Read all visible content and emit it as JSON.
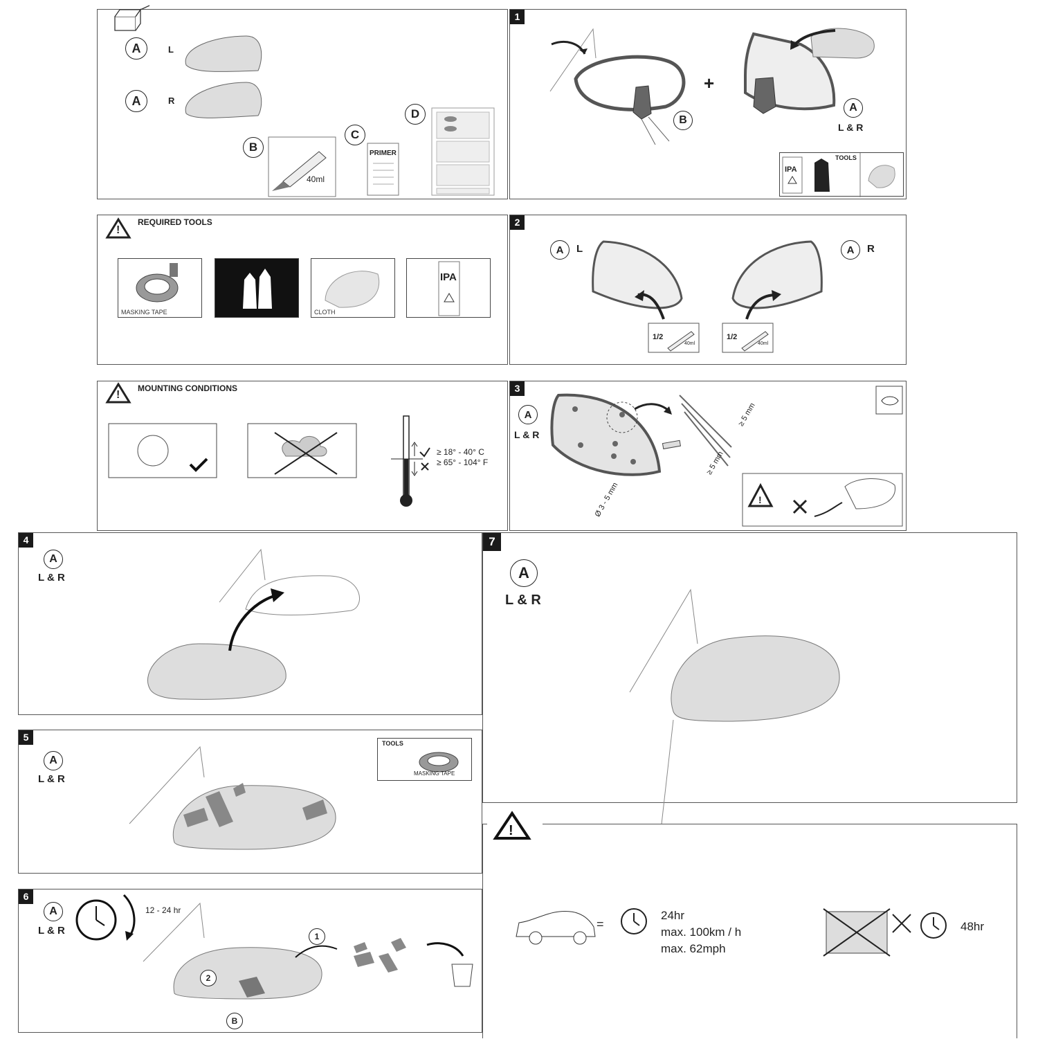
{
  "box": {
    "a": "A",
    "left": "L",
    "right": "R",
    "b": "B",
    "c": "C",
    "d": "D",
    "tube_volume": "40ml",
    "primer": "PRIMER"
  },
  "step1": {
    "num": "1",
    "b": "B",
    "a": "A",
    "lr": "L & R",
    "plus": "+",
    "tools_title": "TOOLS",
    "ipa": "IPA"
  },
  "required_tools": {
    "title": "REQUIRED TOOLS",
    "items": [
      "MASKING TAPE",
      "",
      "CLOTH",
      "IPA"
    ]
  },
  "step2": {
    "num": "2",
    "a": "A",
    "left": "L",
    "right": "R",
    "half": "1/2",
    "tube_volume": "40ml"
  },
  "mounting": {
    "title": "MOUNTING CONDITIONS",
    "temp_c": "≥ 18° - 40° C",
    "temp_f": "≥ 65° - 104° F"
  },
  "step3": {
    "num": "3",
    "a": "A",
    "lr": "L & R",
    "dot_size": "Ø 3 - 5 mm",
    "gap1": "≥ 5 mm",
    "gap2": "≥ 5 mm"
  },
  "step4": {
    "num": "4",
    "a": "A",
    "lr": "L & R"
  },
  "step5": {
    "num": "5",
    "a": "A",
    "lr": "L & R",
    "tools_title": "TOOLS",
    "tape": "MASKING TAPE"
  },
  "step6": {
    "num": "6",
    "a": "A",
    "lr": "L & R",
    "time": "12 - 24 hr",
    "n1": "1",
    "n2": "2",
    "b": "B"
  },
  "step7": {
    "num": "7",
    "a": "A",
    "lr": "L & R"
  },
  "warning": {
    "hours24": "24hr",
    "speed_kmh": "max. 100km / h",
    "speed_mph": "max. 62mph",
    "hours48": "48hr"
  }
}
